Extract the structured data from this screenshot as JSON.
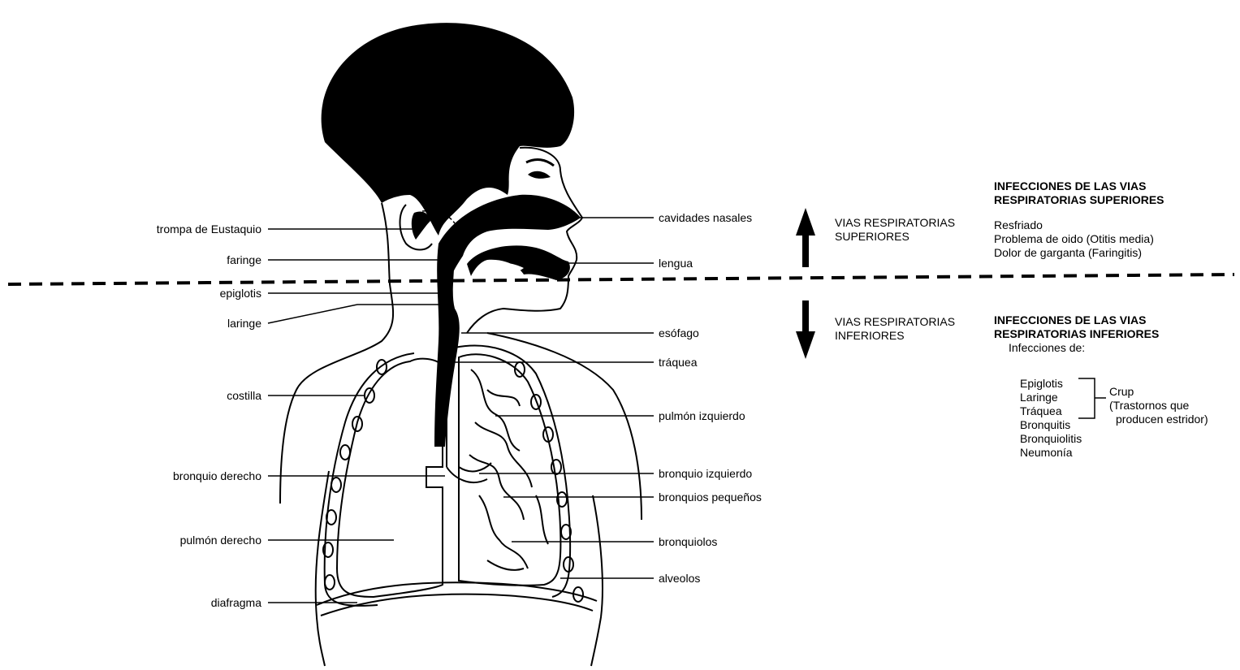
{
  "labels_left": [
    "trompa de Eustaquio",
    "faringe",
    "epiglotis",
    "laringe",
    "costilla",
    "bronquio derecho",
    "pulmón derecho",
    "diafragma"
  ],
  "labels_right": [
    "cavidades nasales",
    "lengua",
    "esófago",
    "tráquea",
    "pulmón izquierdo",
    "bronquio izquierdo",
    "bronquios pequeños",
    "bronquiolos",
    "alveolos"
  ],
  "zones": {
    "upper": [
      "VIAS RESPIRATORIAS",
      "SUPERIORES"
    ],
    "lower": [
      "VIAS RESPIRATORIAS",
      "INFERIORES"
    ]
  },
  "upper_infections": {
    "title": [
      "INFECCIONES DE LAS VIAS",
      "RESPIRATORIAS SUPERIORES"
    ],
    "items": [
      "Resfriado",
      "Problema de oido (Otitis media)",
      "Dolor de garganta (Faringitis)"
    ]
  },
  "lower_infections": {
    "title": [
      "INFECCIONES DE LAS VIAS",
      "RESPIRATORIAS INFERIORES"
    ],
    "subtitle": "Infecciones de:",
    "items": [
      "Epiglotis",
      "Laringe",
      "Tráquea",
      "Bronquitis",
      "Bronquiolitis",
      "Neumonía"
    ],
    "croup": [
      "Crup",
      "(Trastornos que",
      "producen estridor)"
    ]
  },
  "colors": {
    "ink": "#000000",
    "background": "#ffffff"
  }
}
